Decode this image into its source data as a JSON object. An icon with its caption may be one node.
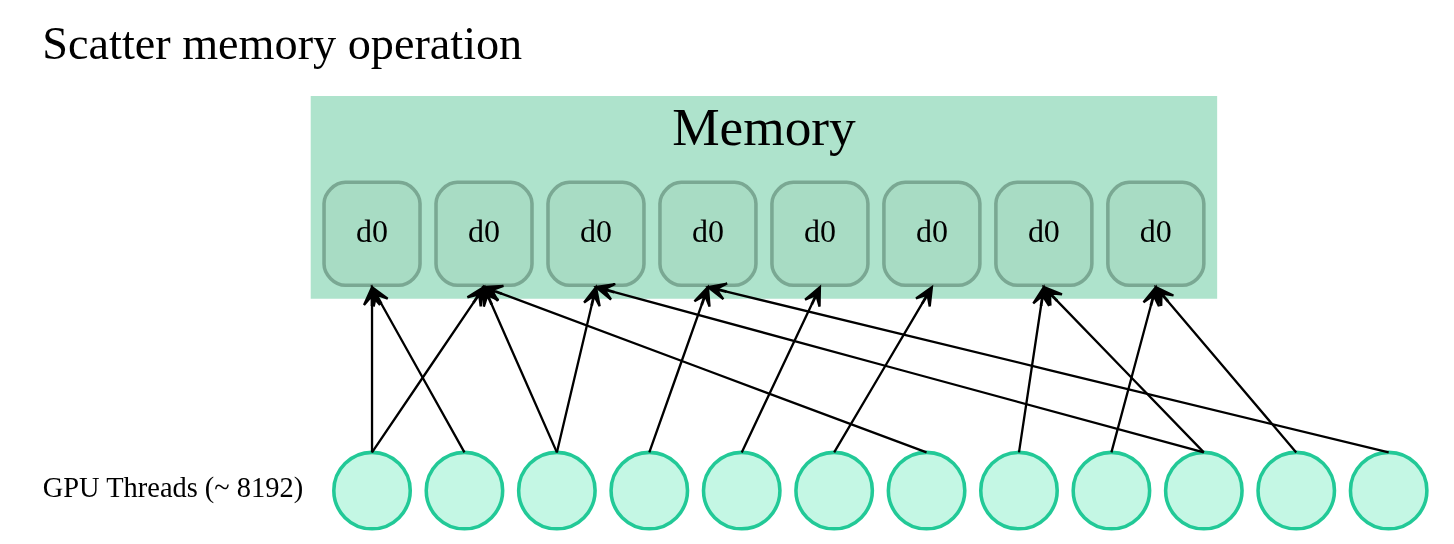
{
  "diagram": {
    "title": "Scatter memory operation",
    "nodes": [
      {
        "text": [
          "Memory"
        ]
      },
      {
        "text": [
          "d0"
        ],
        "in": 0
      },
      {
        "text": [
          "d0"
        ],
        "in": 0
      },
      {
        "text": [
          "d0"
        ],
        "in": 0
      },
      {
        "text": [
          "d0"
        ],
        "in": 0
      },
      {
        "text": [
          "d0"
        ],
        "in": 0
      },
      {
        "text": [
          "d0"
        ],
        "in": 0
      },
      {
        "text": [
          "d0"
        ],
        "in": 0
      },
      {
        "text": [
          "d0"
        ],
        "in": 0
      },
      {
        "text": [],
        "shape": "circle"
      },
      {
        "text": [],
        "shape": "circle"
      },
      {
        "text": [],
        "shape": "circle"
      },
      {
        "text": [],
        "shape": "circle"
      },
      {
        "text": [],
        "shape": "circle"
      },
      {
        "text": [],
        "shape": "circle"
      },
      {
        "text": [],
        "shape": "circle"
      },
      {
        "text": [],
        "shape": "circle"
      },
      {
        "text": [],
        "shape": "circle"
      },
      {
        "text": [],
        "shape": "circle"
      },
      {
        "text": [],
        "shape": "circle"
      },
      {
        "text": [],
        "shape": "circle"
      }
    ],
    "edges": [
      {
        "from": 9,
        "to": 1,
        "arrow": "to"
      },
      {
        "from": 9,
        "to": 2,
        "arrow": "to"
      },
      {
        "from": 10,
        "to": 1,
        "arrow": "to"
      },
      {
        "from": 11,
        "to": 2,
        "arrow": "to"
      },
      {
        "from": 11,
        "to": 5,
        "arrow": "to"
      },
      {
        "from": 12,
        "to": 6,
        "arrow": "to"
      },
      {
        "from": 13,
        "to": 3,
        "arrow": "to"
      },
      {
        "from": 14,
        "to": 4,
        "arrow": "to"
      },
      {
        "from": 15,
        "to": 2,
        "arrow": "to"
      },
      {
        "from": 16,
        "to": 7,
        "arrow": "to"
      },
      {
        "from": 17,
        "to": 8,
        "arrow": "to"
      },
      {
        "from": 18,
        "to": 5,
        "arrow": "to"
      },
      {
        "from": 18,
        "to": 7,
        "arrow": "to"
      },
      {
        "from": 19,
        "to": 8,
        "arrow": "to"
      },
      {
        "from": 20,
        "to": 6,
        "arrow": "to"
      }
    ],
    "labels": [
      "GPU Threads (~ 8192)"
    ]
  }
}
